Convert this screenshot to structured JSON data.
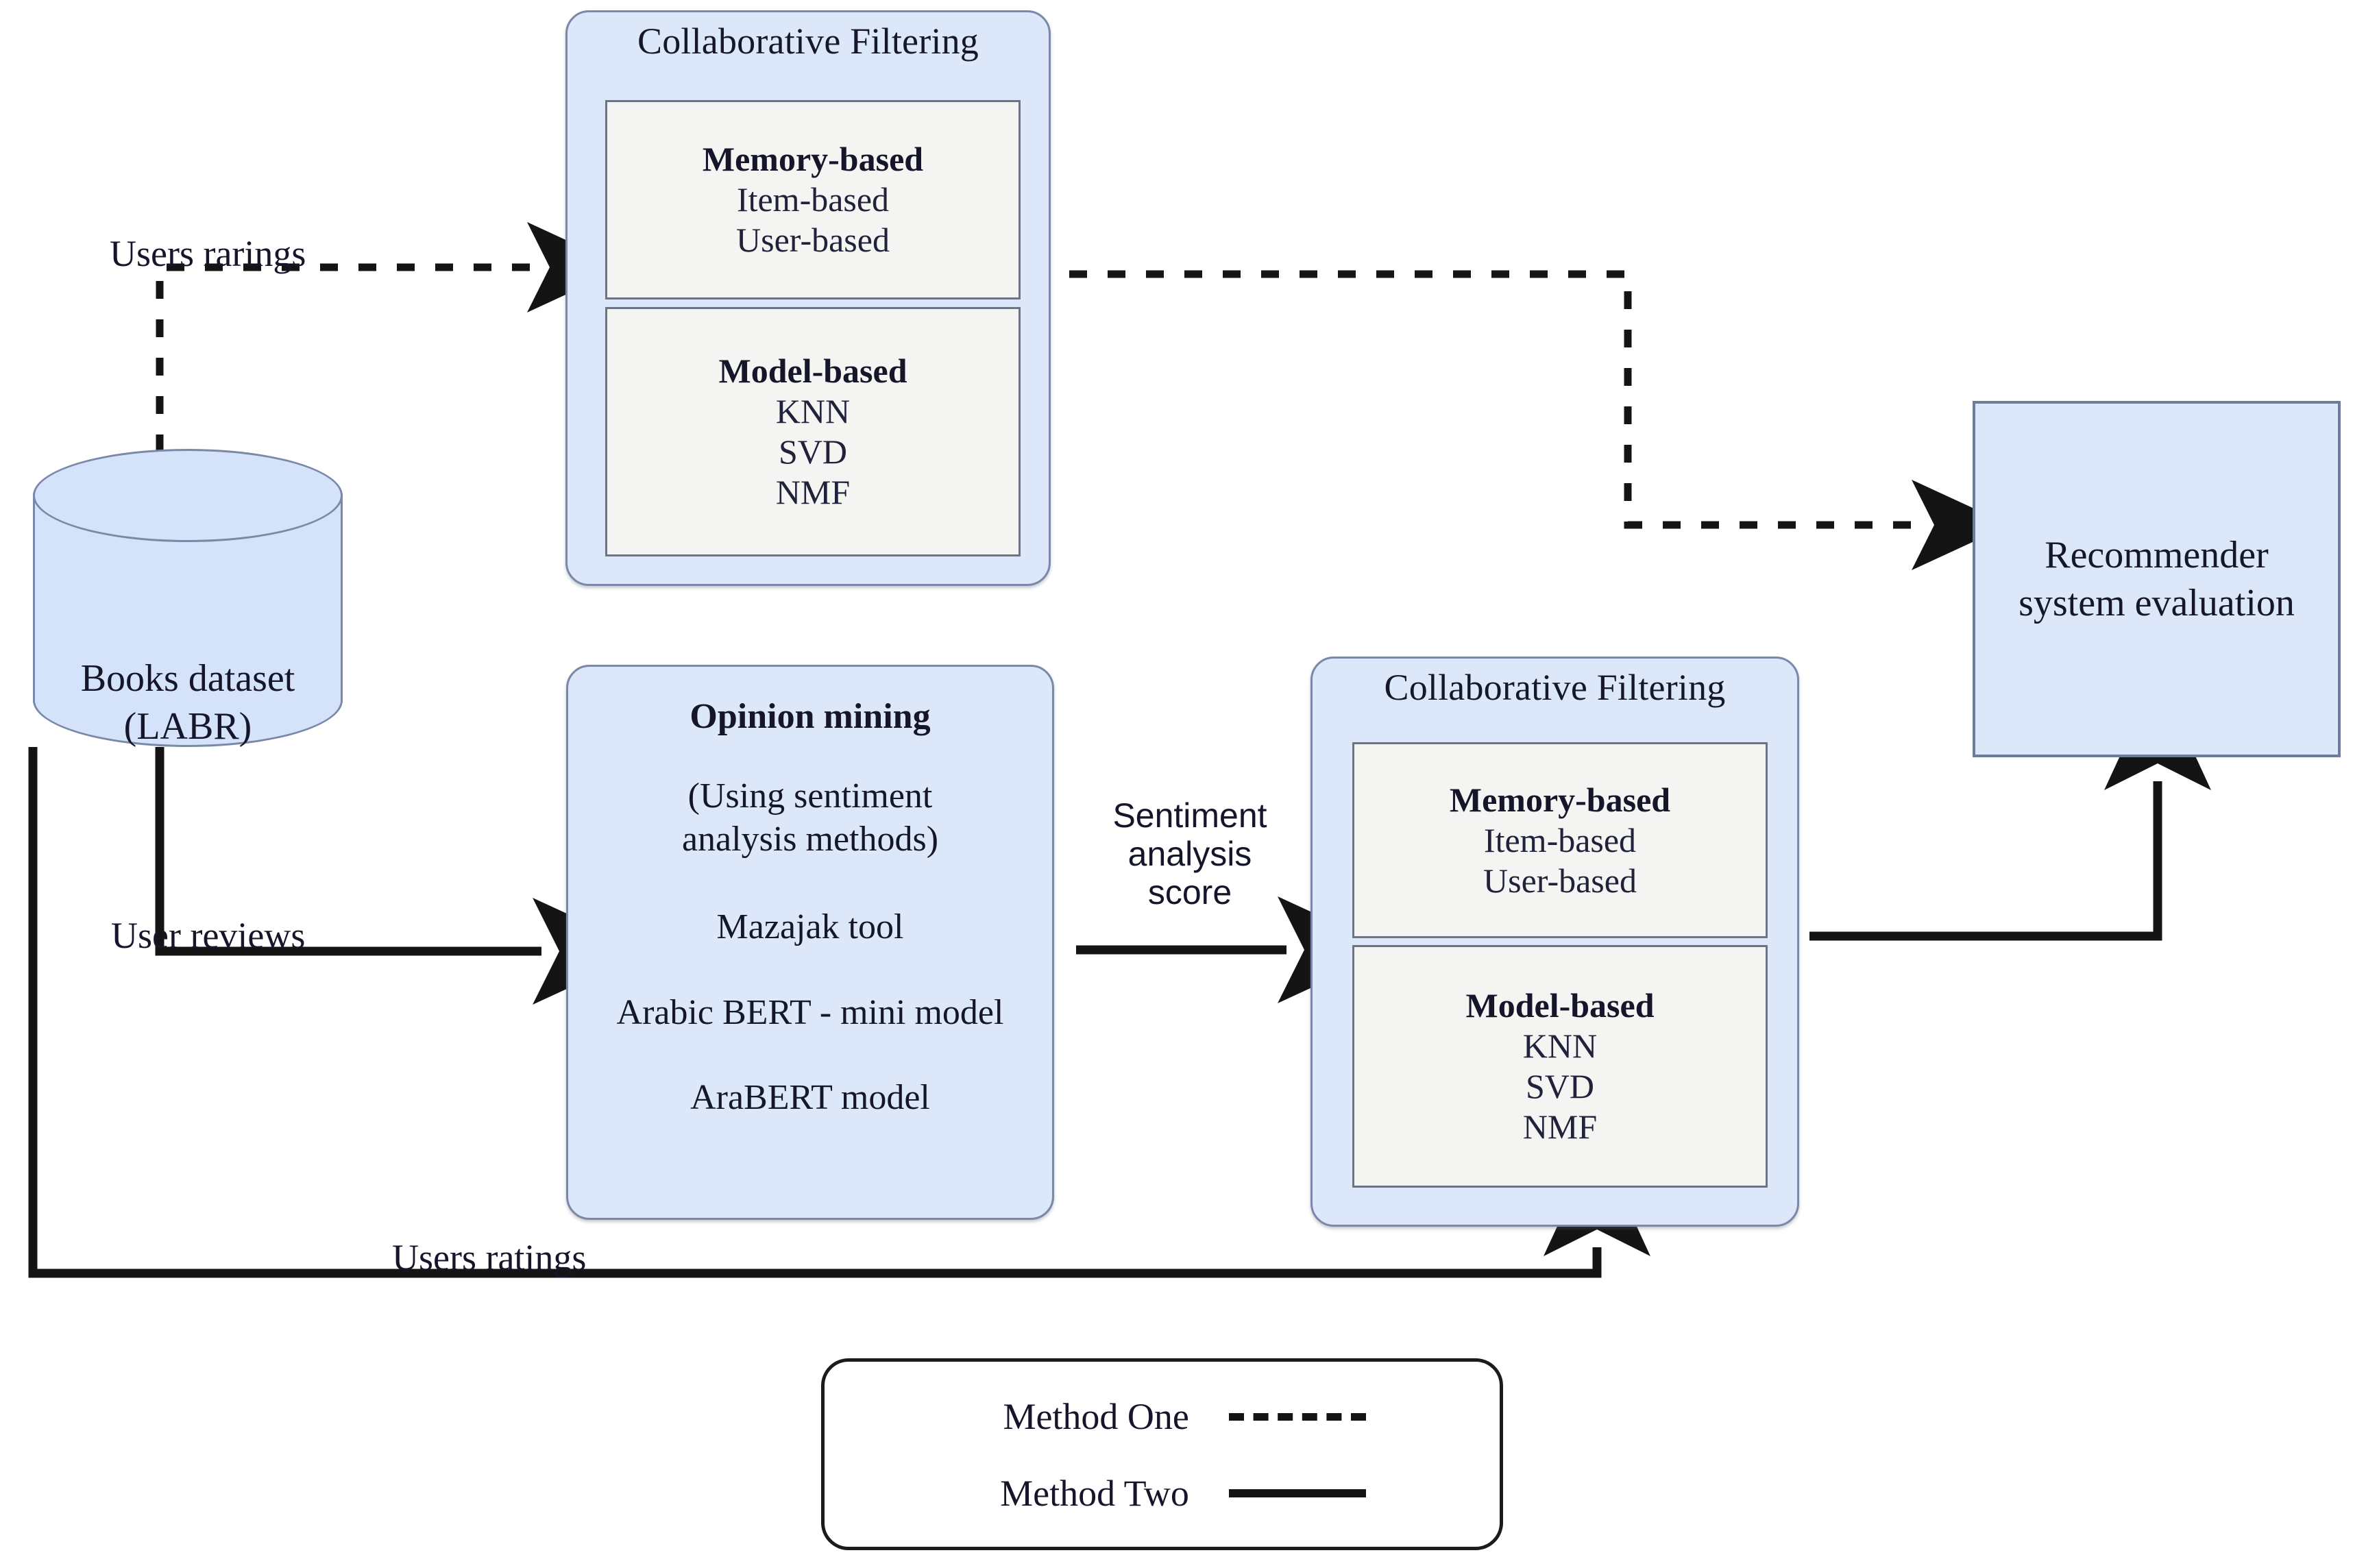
{
  "diagram": {
    "title": "Recommender system architecture with opinion mining",
    "colors": {
      "panel_fill": "#dce7f9",
      "panel_border": "#7b88a8",
      "subbox_fill": "#f4f4f2",
      "subbox_border": "#6d7585",
      "edge_color": "#141414",
      "text_color": "#15162a"
    }
  },
  "database": {
    "label_line1": "Books dataset",
    "label_line2": "(LABR)"
  },
  "cf_top": {
    "title": "Collaborative Filtering",
    "memory": {
      "heading": "Memory-based",
      "items": [
        "Item-based",
        "User-based"
      ]
    },
    "model": {
      "heading": "Model-based",
      "items": [
        "KNN",
        "SVD",
        "NMF"
      ]
    }
  },
  "cf_bottom": {
    "title": "Collaborative Filtering",
    "memory": {
      "heading": "Memory-based",
      "items": [
        "Item-based",
        "User-based"
      ]
    },
    "model": {
      "heading": "Model-based",
      "items": [
        "KNN",
        "SVD",
        "NMF"
      ]
    }
  },
  "opinion_mining": {
    "heading": "Opinion mining",
    "subtitle_line1": "(Using sentiment",
    "subtitle_line2": "analysis methods)",
    "methods": [
      "Mazajak tool",
      "Arabic BERT - mini model",
      "AraBERT model"
    ]
  },
  "evaluation": {
    "line1": "Recommender",
    "line2": "system evaluation"
  },
  "edges": {
    "users_ratings_top": "Users rarings",
    "user_reviews": "User reviews",
    "users_ratings_bottom": "Users ratings",
    "sentiment_score_line1": "Sentiment",
    "sentiment_score_line2": "analysis",
    "sentiment_score_line3": "score"
  },
  "legend": {
    "rows": [
      {
        "label": "Method One",
        "style": "dashed"
      },
      {
        "label": "Method Two",
        "style": "solid"
      }
    ]
  }
}
